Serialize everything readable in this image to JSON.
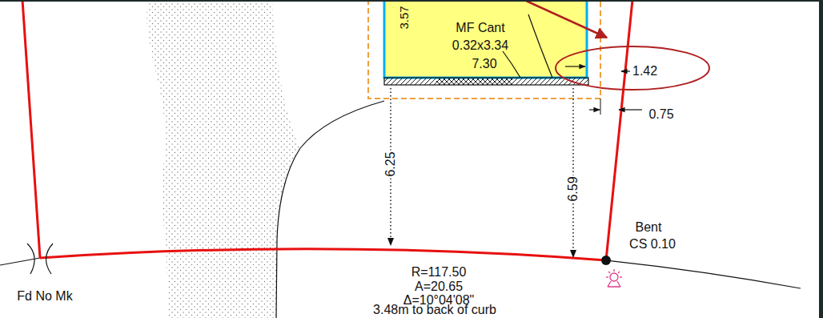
{
  "diagram": {
    "nodes": [
      {
        "text": [
          "MF Cant",
          "0.32x3.34"
        ]
      },
      {
        "text": [
          "1.42"
        ]
      }
    ],
    "labels": [
      "3.57",
      "7.30",
      "0.75",
      "6.25",
      "6.59",
      "Bent",
      "CS 0.10",
      "R=117.50",
      "A=20.65",
      "Δ=10°04'08\"",
      "3.48m to back of curb",
      "Fd No Mk"
    ]
  }
}
